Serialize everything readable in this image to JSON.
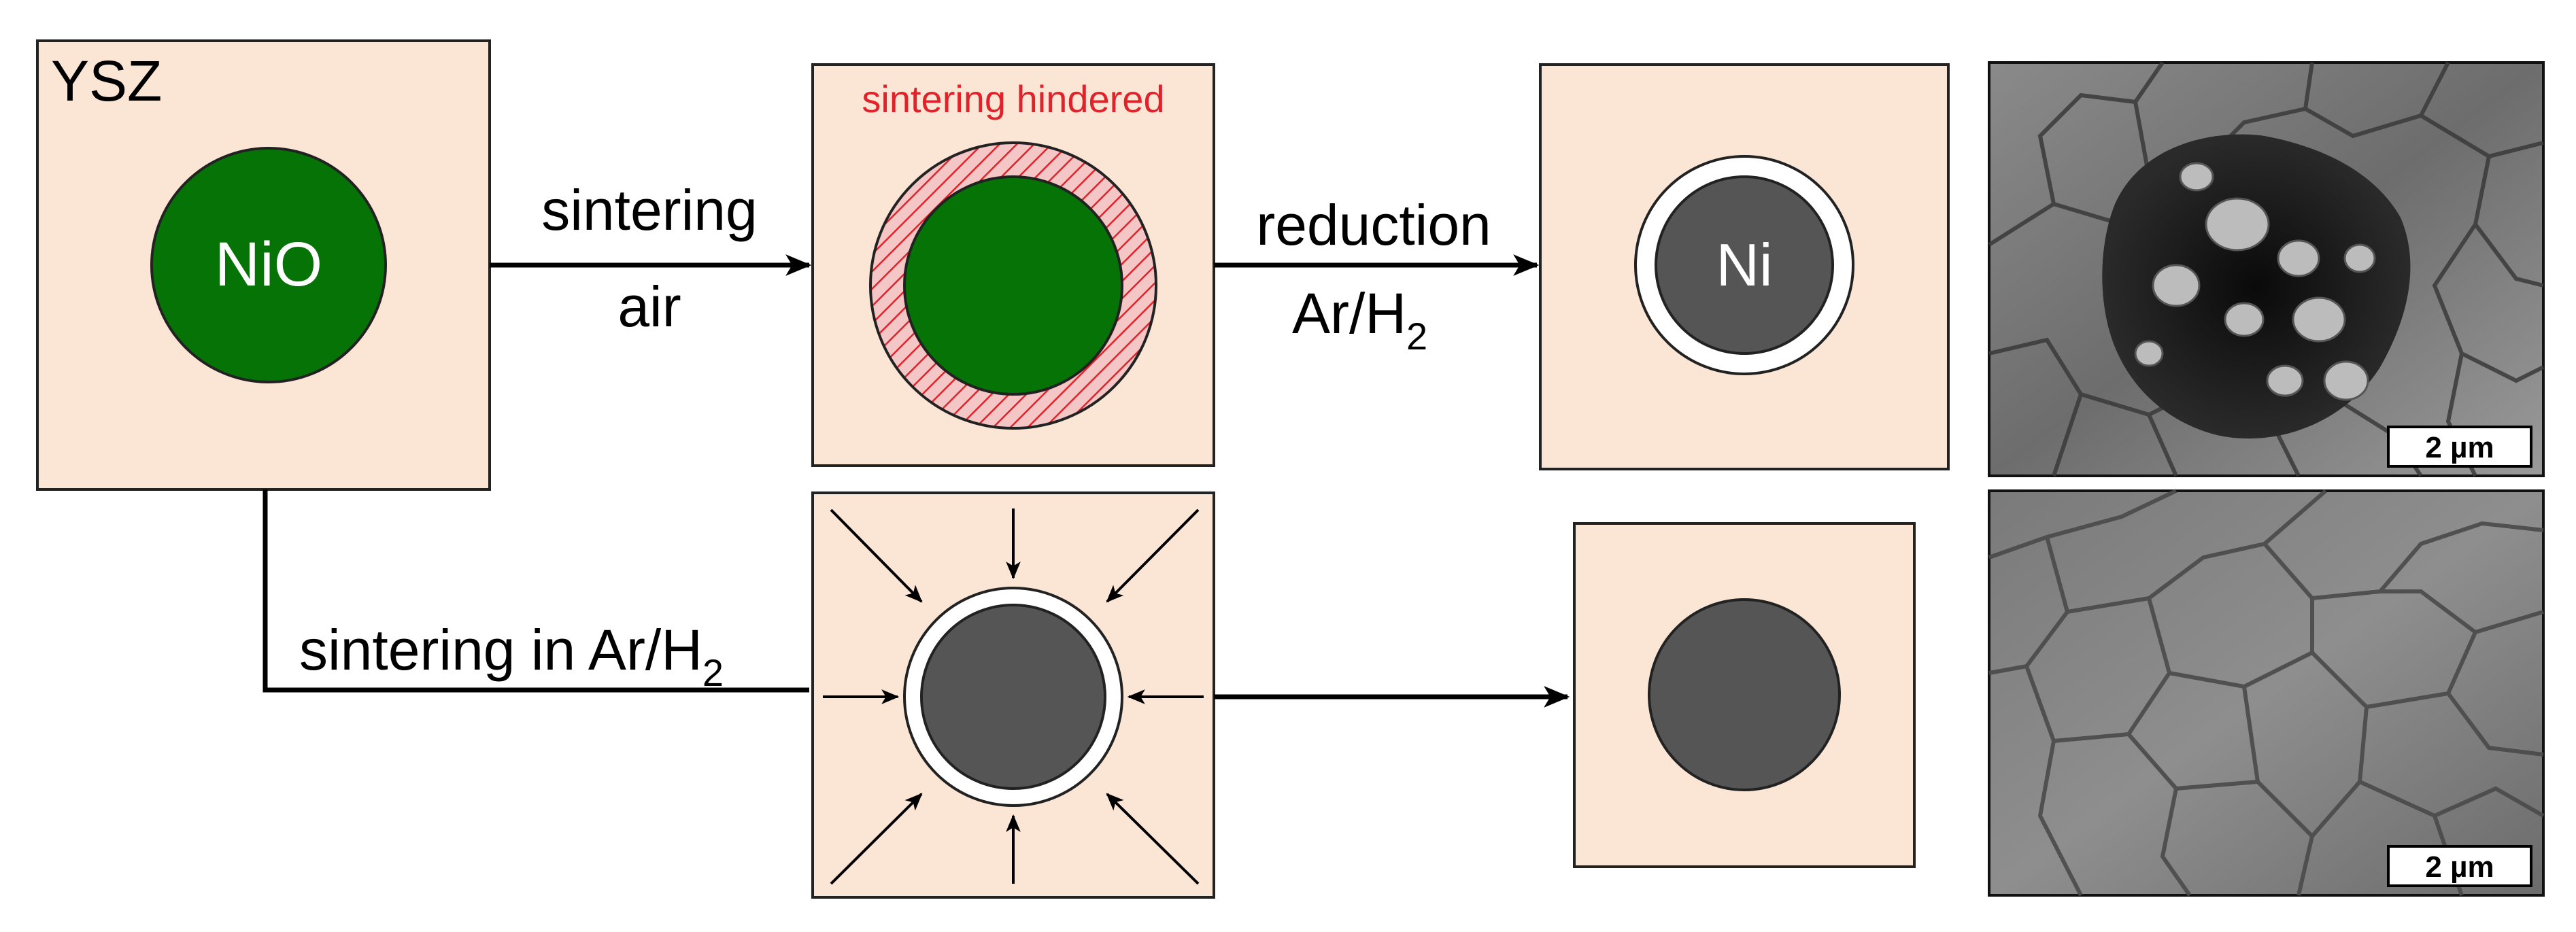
{
  "labels": {
    "ysz": "YSZ",
    "nio": "NiO",
    "sintering_top": "sintering",
    "air": "air",
    "sintering_hindered": "sintering hindered",
    "reduction": "reduction",
    "ar_h2_top_main": "Ar/H",
    "ar_h2_top_sub": "2",
    "ni": "Ni",
    "sintering_in_bottom_main": "sintering in Ar/H",
    "sintering_in_bottom_sub": "2",
    "scale_top": "2 µm",
    "scale_bottom": "2 µm"
  },
  "colors": {
    "matrix": "#fbe6d6",
    "nio": "#057305",
    "ni": "#555555",
    "hindered_red": "#e0232a",
    "hatch_bg": "#f4c6c6",
    "sem_bg": "#6a6a6a"
  }
}
